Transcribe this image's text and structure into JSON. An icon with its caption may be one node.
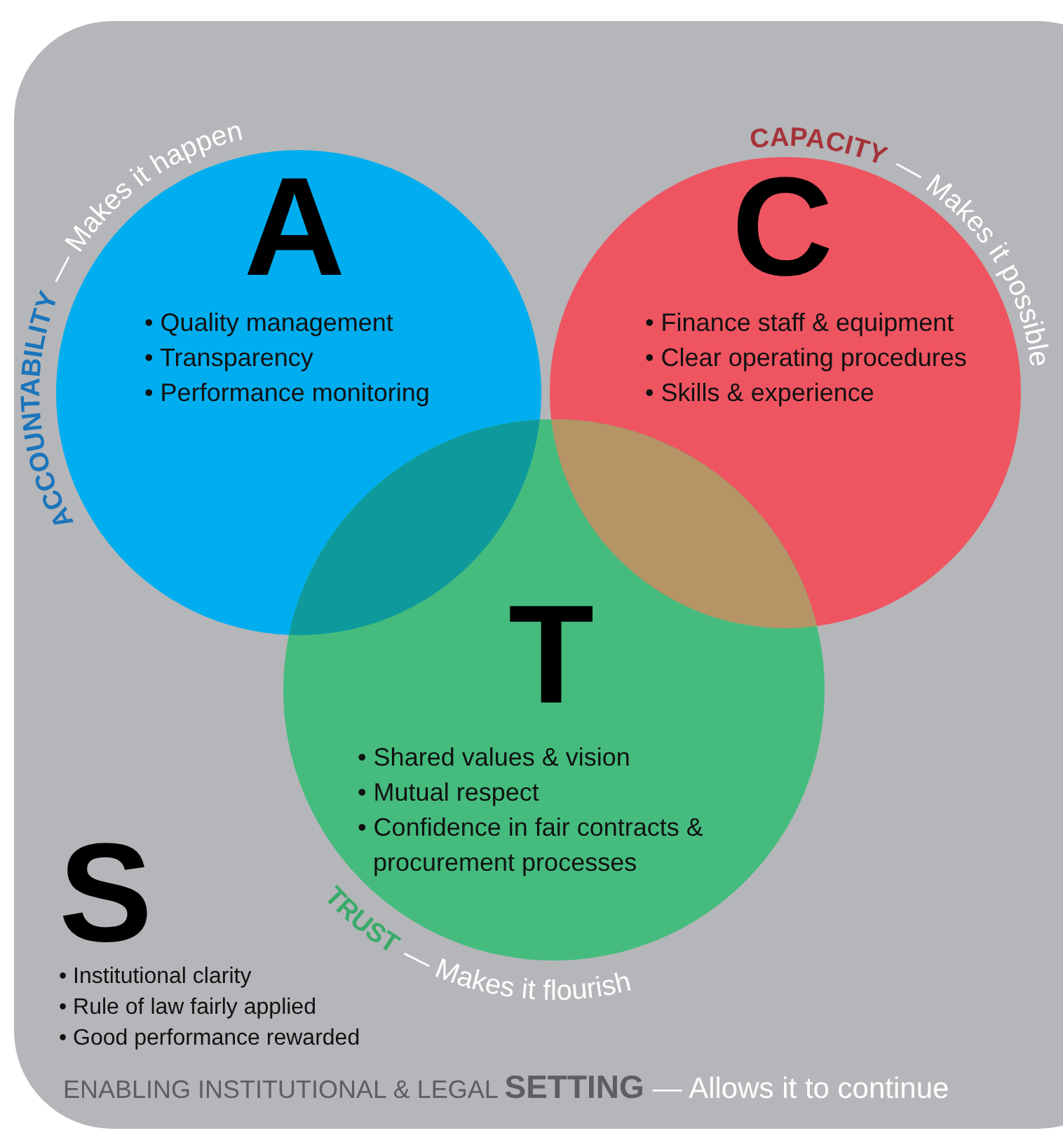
{
  "diagram": {
    "nodes": [
      {
        "text": [
          "S",
          "• Institutional clarity",
          "• Rule of law fairly applied",
          "• Good performance rewarded",
          "ENABLING INSTITUTIONAL & LEGAL **SETTING**",
          "— Allows it to continue"
        ]
      },
      {
        "text": [
          "A",
          "• Quality management",
          "• Transparency",
          "• Performance monitoring",
          "ACCOUNTABILITY",
          "— Makes it happen"
        ],
        "in": 0
      },
      {
        "text": [
          "C",
          "• Finance staff & equipment",
          "• Clear operating procedures",
          "• Skills & experience",
          "CAPACITY",
          "— Makes it possible"
        ],
        "in": 0
      },
      {
        "text": [
          "T",
          "• Shared values & vision",
          "• Mutual respect",
          "• Confidence in fair contracts & procurement processes",
          "TRUST",
          "— Makes it flourish"
        ],
        "in": 0
      }
    ]
  }
}
